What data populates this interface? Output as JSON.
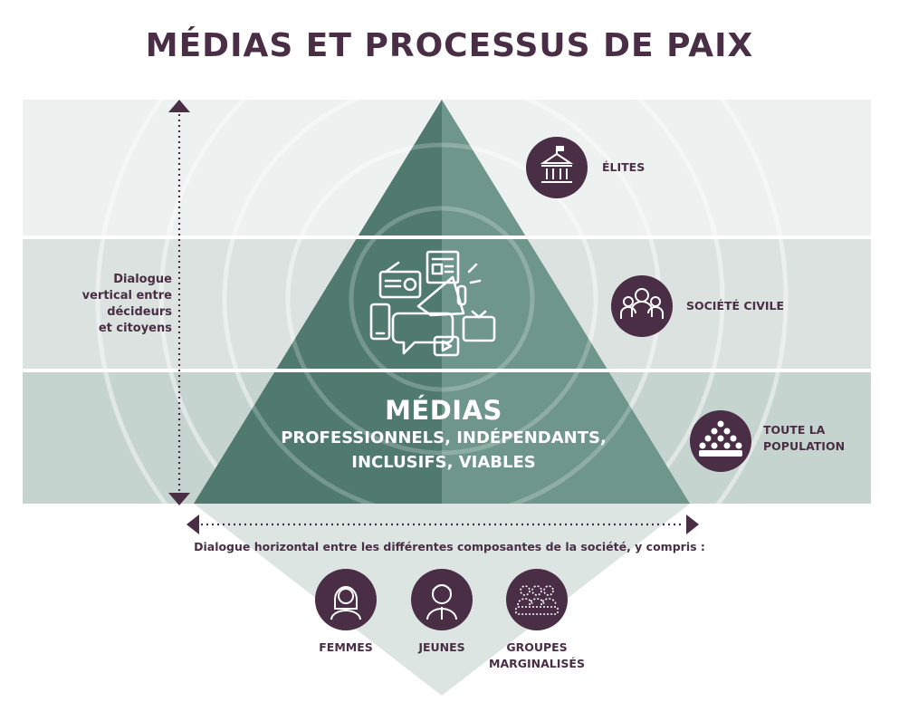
{
  "title": "MÉDIAS ET PROCESSUS DE PAIX",
  "vertical_dialogue": {
    "lines": [
      "Dialogue",
      "vertical entre",
      "décideurs",
      "et citoyens"
    ]
  },
  "horizontal_dialogue": "Dialogue horizontal entre les différentes composantes de la société, y compris :",
  "tiers": [
    {
      "label_lines": [
        "ÉLITES"
      ],
      "icon": "government-building-icon"
    },
    {
      "label_lines": [
        "SOCIÉTÉ CIVILE"
      ],
      "icon": "people-group-icon"
    },
    {
      "label_lines": [
        "TOUTE LA",
        "POPULATION"
      ],
      "icon": "crowd-icon"
    }
  ],
  "media": {
    "title": "MÉDIAS",
    "subtitle_lines": [
      "PROFESSIONNELS, INDÉPENDANTS,",
      "INCLUSIFS, VIABLES"
    ],
    "icon": "media-cluster-icon"
  },
  "groups": [
    {
      "label_lines": [
        "FEMMES"
      ],
      "icon": "woman-icon"
    },
    {
      "label_lines": [
        "JEUNES"
      ],
      "icon": "young-man-icon"
    },
    {
      "label_lines": [
        "GROUPES",
        "MARGINALISÉS"
      ],
      "icon": "marginalized-group-icon"
    }
  ],
  "colors": {
    "plum": "#4a2e45",
    "band_light": "#edf1ef",
    "band_mid": "#dbe2df",
    "band_dark": "#c6d4cf",
    "pyramid_dark": "#4f7a6d",
    "pyramid_light": "#6f968a"
  }
}
